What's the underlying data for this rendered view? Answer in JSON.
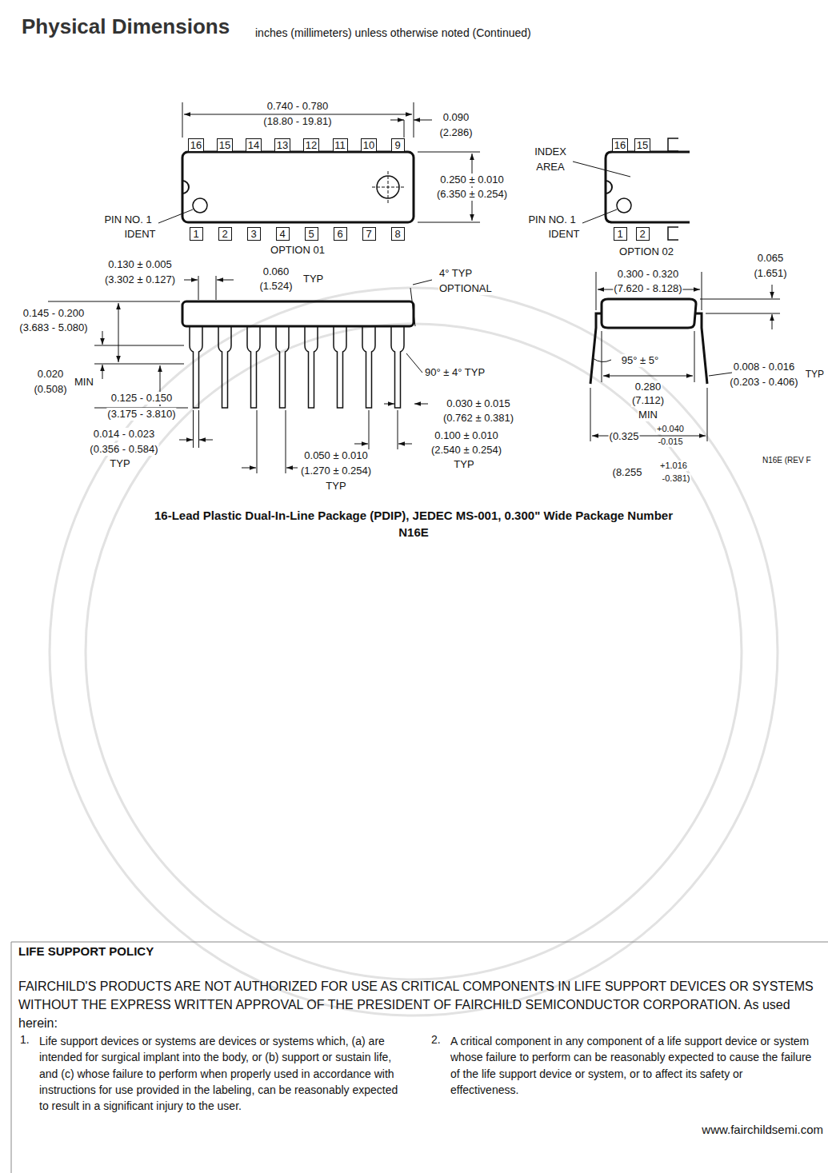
{
  "diagram": {
    "title": "Physical Dimensions",
    "caption": "16-Lead Plastic Dual-In-Line Package (PDIP), JEDEC MS-001, 0.300\" Wide Package Number N16E",
    "nodes": [
      {
        "text": [
          "16"
        ]
      },
      {
        "text": [
          "15"
        ]
      },
      {
        "text": [
          "14"
        ]
      },
      {
        "text": [
          "13"
        ]
      },
      {
        "text": [
          "12"
        ]
      },
      {
        "text": [
          "11"
        ]
      },
      {
        "text": [
          "10"
        ]
      },
      {
        "text": [
          "9"
        ]
      },
      {
        "text": [
          "16"
        ]
      },
      {
        "text": [
          "15"
        ]
      },
      {
        "text": [
          "1"
        ]
      },
      {
        "text": [
          "2"
        ]
      },
      {
        "text": [
          "3"
        ]
      },
      {
        "text": [
          "4"
        ]
      },
      {
        "text": [
          "5"
        ]
      },
      {
        "text": [
          "6"
        ]
      },
      {
        "text": [
          "7"
        ]
      },
      {
        "text": [
          "8"
        ]
      },
      {
        "text": [
          "1"
        ]
      },
      {
        "text": [
          "2"
        ]
      }
    ],
    "labels": [
      "inches (millimeters) unless otherwise noted (Continued)",
      "0.740 - 0.780",
      "(18.80 - 19.81)",
      "0.090",
      "(2.286)",
      "0.250 ± 0.010",
      "(6.350 ± 0.254)",
      "INDEX",
      "AREA",
      "PIN NO. 1",
      "IDENT",
      "OPTION 01",
      "PIN NO. 1",
      "IDENT",
      "OPTION 02",
      "0.130 ± 0.005",
      "(3.302 ± 0.127)",
      "0.060",
      "(1.524)",
      "TYP",
      "4° TYP",
      "OPTIONAL",
      "0.145 - 0.200",
      "(3.683 - 5.080)",
      "0.020",
      "(0.508)",
      "MIN",
      "0.125 - 0.150",
      "(3.175 - 3.810)",
      "0.014 - 0.023",
      "(0.356 - 0.584)",
      "TYP",
      "90° ± 4° TYP",
      "0.030 ± 0.015",
      "(0.762 ± 0.381)",
      "0.100 ± 0.010",
      "(2.540 ± 0.254)",
      "TYP",
      "0.050 ± 0.010",
      "(1.270 ± 0.254)",
      "TYP",
      "0.065",
      "(1.651)",
      "0.300 - 0.320",
      "(7.620 - 8.128)",
      "95° ± 5°",
      "0.008 - 0.016",
      "(0.203 - 0.406)",
      "TYP",
      "0.280",
      "(7.112)",
      "MIN",
      "(0.325",
      "+0.040",
      "-0.015",
      "(8.255",
      "+1.016",
      "-0.381)",
      "N16E (REV F",
      "LIFE SUPPORT POLICY",
      "FAIRCHILD'S PRODUCTS ARE NOT AUTHORIZED FOR USE AS CRITICAL COMPONENTS IN LIFE SUPPORT DEVICES OR SYSTEMS WITHOUT THE EXPRESS WRITTEN APPROVAL OF THE PRESIDENT OF FAIRCHILD SEMICONDUCTOR CORPORATION. As used herein:",
      "1.",
      "Life support devices or systems are devices or systems which, (a) are intended for surgical implant into the body, or (b) support or sustain life, and (c) whose failure to perform when properly used in accordance with instructions for use provided in the labeling, can be reasonably expected to result in a significant injury to the user.",
      "2.",
      "A critical component in any component of a life support device or system whose failure to perform can be reasonably expected to cause the failure of the life support device or system, or to affect its safety or effectiveness.",
      "www.fairchildsemi.com"
    ]
  }
}
